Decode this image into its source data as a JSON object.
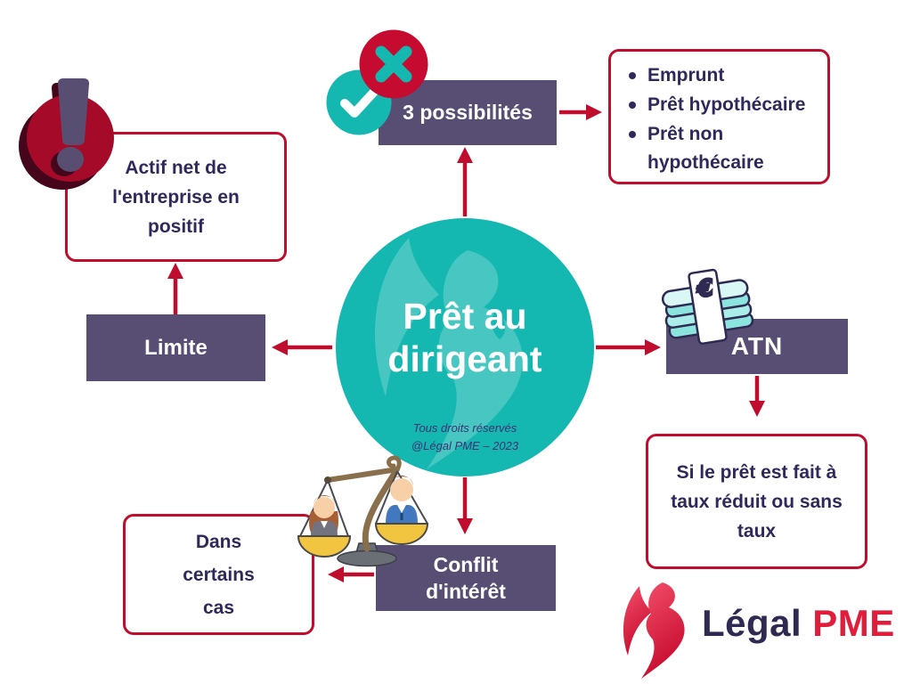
{
  "center": {
    "title": "Prêt au dirigeant",
    "credits_line1": "Tous droits réservés",
    "credits_line2": "@Légal PME – 2023"
  },
  "nodes": {
    "possibilites": {
      "label": "3 possibilités"
    },
    "limite": {
      "label": "Limite"
    },
    "atn": {
      "label": "ATN"
    },
    "conflit": {
      "label": "Conflit d'intérêt"
    }
  },
  "callouts": {
    "actif": {
      "text": "Actif net de l'entreprise en positif"
    },
    "possibilities": {
      "items": [
        "Emprunt",
        "Prêt hypothécaire",
        "Prêt non hypothécaire"
      ]
    },
    "taux": {
      "text": "Si le prêt est fait à taux réduit ou sans taux"
    },
    "cas": {
      "text": "Dans certains cas"
    }
  },
  "logo": {
    "word_dark": "Légal",
    "word_red": "PME"
  },
  "icons": {
    "exclamation": "exclamation-mark-badge",
    "check": "check-circle",
    "cross": "x-circle",
    "money": "euro-banknotes-stack",
    "euro_symbol": "€",
    "scales": "balance-scale-with-two-people",
    "bird": "legal-pme-bird"
  },
  "colors": {
    "teal": "#14b8b1",
    "watermark_teal": "#47cdc7",
    "purple_box": "#584e73",
    "red": "#bf0d2e",
    "bright_red_circle": "#c60b31",
    "dark_crimson": "#a50a29",
    "shadow_maroon": "#45061b",
    "navy_text": "#2f295b",
    "gold_pan": "#f2c540",
    "logo_red": "#e11d3c",
    "white": "#ffffff"
  }
}
